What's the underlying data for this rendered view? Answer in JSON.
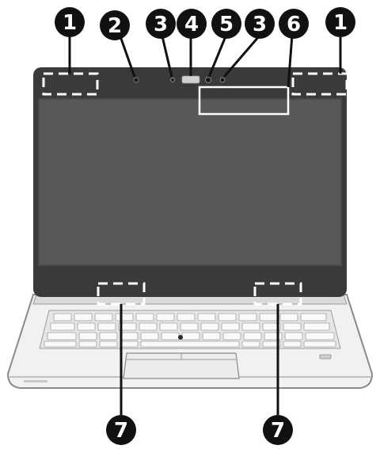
{
  "figure": {
    "callouts": [
      {
        "label": "1"
      },
      {
        "label": "2"
      },
      {
        "label": "3"
      },
      {
        "label": "4"
      },
      {
        "label": "5"
      },
      {
        "label": "3"
      },
      {
        "label": "6"
      },
      {
        "label": "1"
      },
      {
        "label": "7"
      },
      {
        "label": "7"
      }
    ]
  },
  "colors": {
    "callout_fill": "#111111",
    "callout_text": "#ffffff",
    "bezel": "#3a3a3a",
    "screen": "#585858",
    "chassis": "#f1f1f1",
    "outline": "#7a7a7a",
    "dashed_region": "#ffffff",
    "leader_line": "#111111"
  }
}
